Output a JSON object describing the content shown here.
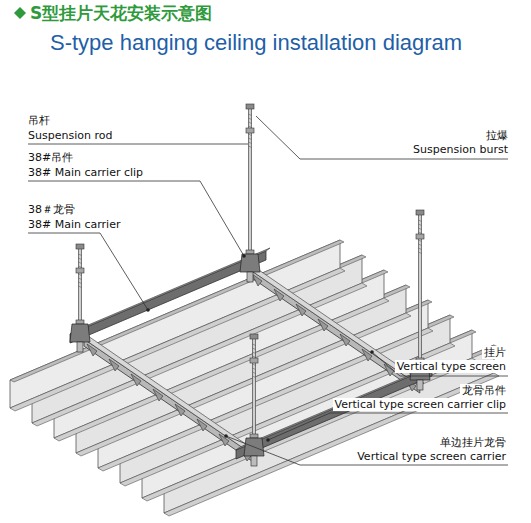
{
  "diagram": {
    "title": "S型挂片天花安装示意图",
    "labels": [
      "S-type hanging ceiling installation diagram",
      "吊杆",
      "Suspension rod",
      "38#吊件",
      "38# Main carrier clip",
      "38＃龙骨",
      "38# Main carrier",
      "拉爆",
      "Suspension burst",
      "挂片",
      "Vertical type screen",
      "龙骨吊件",
      "Vertical type screen carrier clip",
      "单边挂片龙骨",
      "Vertical type screen carrier"
    ]
  }
}
